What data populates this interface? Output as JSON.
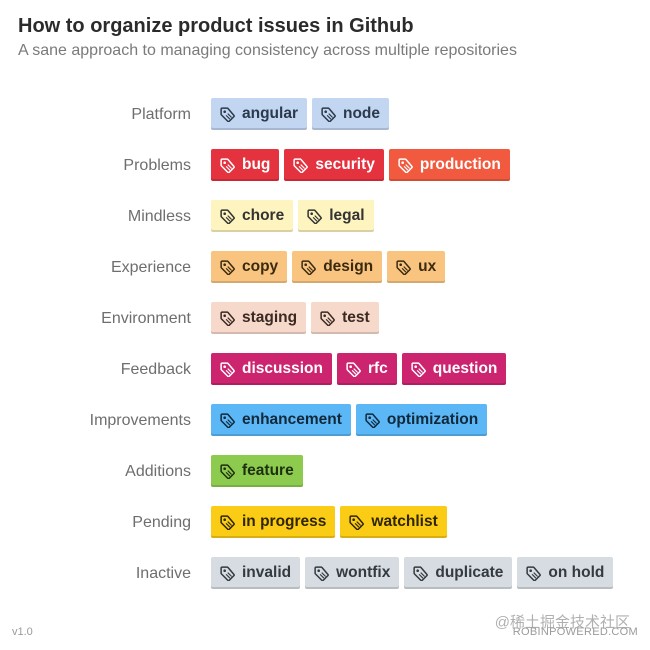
{
  "header": {
    "title": "How to organize product issues in Github",
    "subtitle": "A sane approach to managing consistency across multiple repositories"
  },
  "groups": [
    {
      "name": "Platform",
      "bg": "#c2d5f1",
      "fg": "#2b3a4a",
      "labels": [
        "angular",
        "node"
      ]
    },
    {
      "name": "Problems",
      "bg": "#e5323f",
      "fg": "#ffffff",
      "labels": [
        "bug",
        "security"
      ]
    },
    {
      "name": "Mindless",
      "bg": "#fdf4bf",
      "fg": "#333333",
      "labels": [
        "chore",
        "legal"
      ]
    },
    {
      "name": "Experience",
      "bg": "#f9c47f",
      "fg": "#3a2a10",
      "labels": [
        "copy",
        "design",
        "ux"
      ]
    },
    {
      "name": "Environment",
      "bg": "#f7d9cb",
      "fg": "#3a2a22",
      "labels": [
        "staging",
        "test"
      ]
    },
    {
      "name": "Feedback",
      "bg": "#cd2470",
      "fg": "#ffffff",
      "labels": [
        "discussion",
        "rfc",
        "question"
      ]
    },
    {
      "name": "Improvements",
      "bg": "#5bb7f5",
      "fg": "#12293b",
      "labels": [
        "enhancement",
        "optimization"
      ]
    },
    {
      "name": "Additions",
      "bg": "#8dcb4f",
      "fg": "#1e2f10",
      "labels": [
        "feature"
      ]
    },
    {
      "name": "Pending",
      "bg": "#fbcc15",
      "fg": "#2f2600",
      "labels": [
        "in progress",
        "watchlist"
      ]
    },
    {
      "name": "Inactive",
      "bg": "#d6dce1",
      "fg": "#333a40",
      "labels": [
        "invalid",
        "wontfix",
        "duplicate",
        "on hold"
      ]
    }
  ],
  "special_label": {
    "text": "production",
    "bg": "#f25a3f",
    "fg": "#ffffff"
  },
  "footer": {
    "version": "v1.0",
    "credit": "ROBINPOWERED.COM",
    "watermark": "@稀土掘金技术社区"
  },
  "icons": {
    "label_icon": "tag-icon"
  }
}
